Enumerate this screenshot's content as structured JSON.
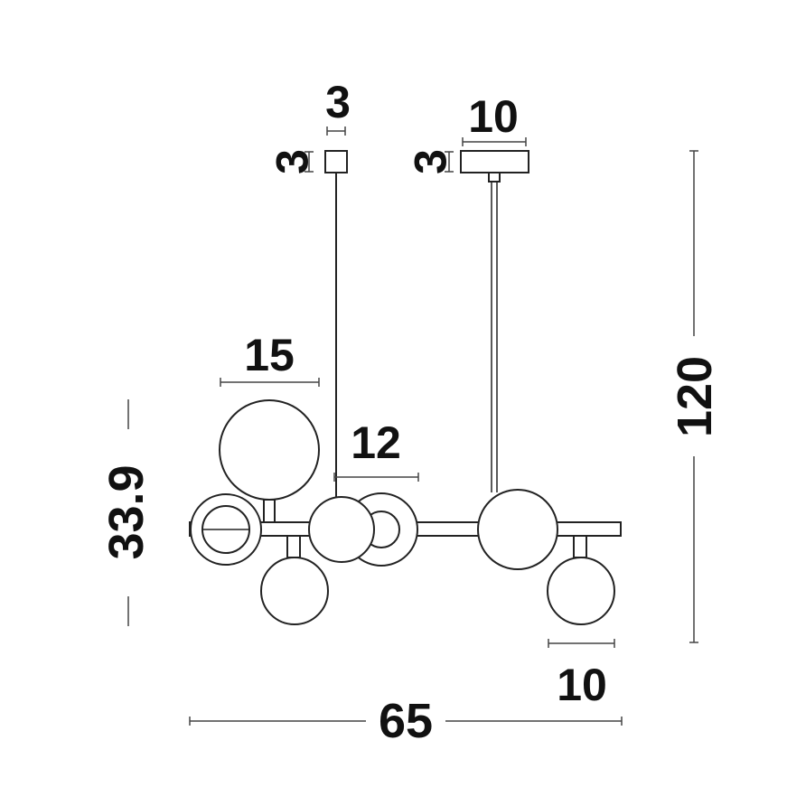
{
  "dimensions": {
    "top_small_width": "3",
    "top_small_height": "3",
    "top_canopy_width": "10",
    "top_canopy_height": "3",
    "globe_large": "15",
    "globe_mid": "12",
    "total_height_fixture": "33.9",
    "globe_small": "10",
    "total_width": "65",
    "total_height": "120"
  }
}
